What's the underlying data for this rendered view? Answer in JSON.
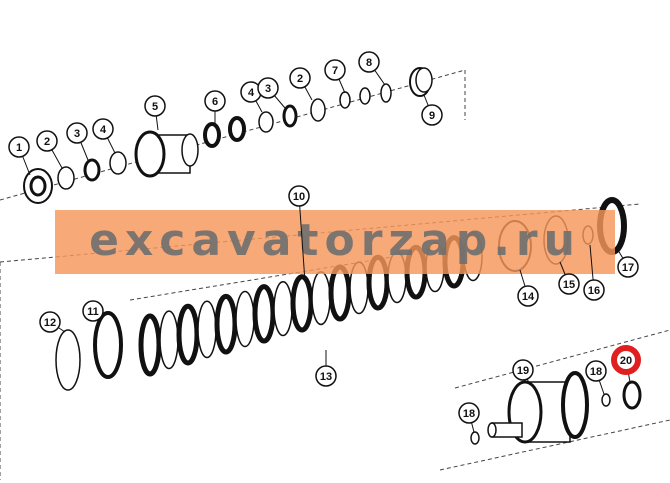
{
  "watermark": {
    "text": "excavatorzap.ru",
    "band_color": "#f5965a",
    "text_color": "#6e6e6e"
  },
  "highlight_color": "#e02020",
  "callouts": [
    {
      "label": "1"
    },
    {
      "label": "2"
    },
    {
      "label": "3"
    },
    {
      "label": "4"
    },
    {
      "label": "5"
    },
    {
      "label": "6"
    },
    {
      "label": "4"
    },
    {
      "label": "3"
    },
    {
      "label": "2"
    },
    {
      "label": "7"
    },
    {
      "label": "8"
    },
    {
      "label": "9"
    },
    {
      "label": "10"
    },
    {
      "label": "11"
    },
    {
      "label": "12"
    },
    {
      "label": "13"
    },
    {
      "label": "14"
    },
    {
      "label": "15"
    },
    {
      "label": "16"
    },
    {
      "label": "17"
    },
    {
      "label": "18"
    },
    {
      "label": "19"
    },
    {
      "label": "18"
    },
    {
      "label": "20",
      "highlighted": true
    }
  ]
}
